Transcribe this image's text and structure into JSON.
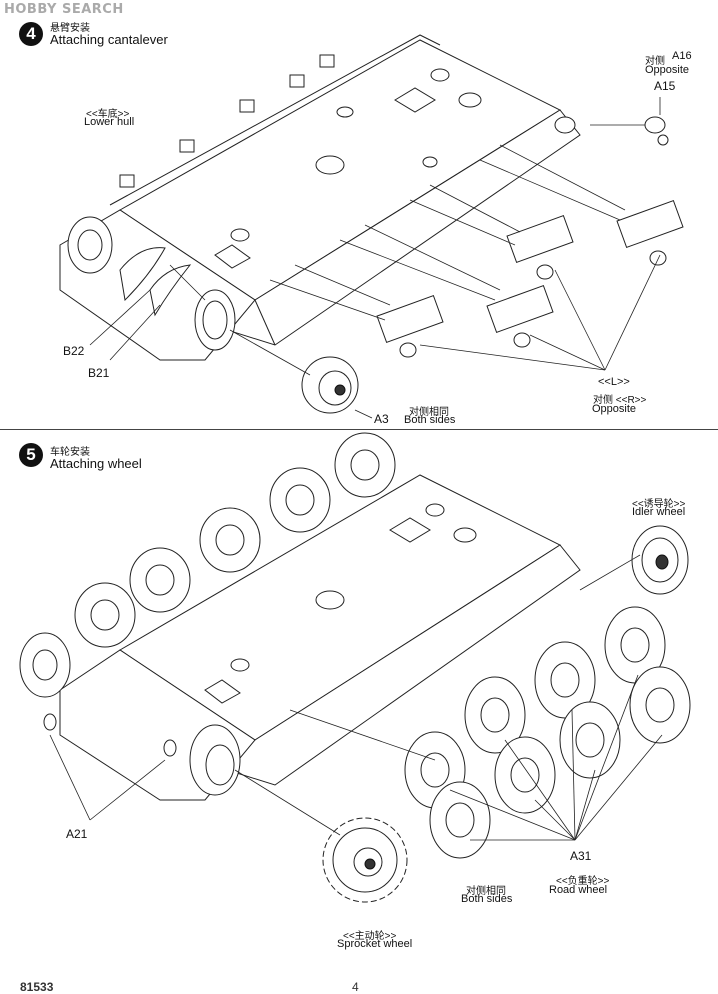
{
  "watermark": "HOBBY SEARCH",
  "step4": {
    "number": "4",
    "title_cn": "悬臂安装",
    "title_en": "Attaching cantalever",
    "lower_hull_cn": "<<车底>>",
    "lower_hull_en": "Lower hull",
    "opposite_top_cn": "对侧",
    "opposite_top_part": "A16",
    "opposite_top_en": "Opposite",
    "part_a15": "A15",
    "part_b22": "B22",
    "part_b21": "B21",
    "part_a3": "A3",
    "both_sides_cn": "对侧相同",
    "both_sides_en": "Both sides",
    "l_marker": "<<L>>",
    "opposite_r_cn": "对侧 <<R>>",
    "opposite_r_en": "Opposite"
  },
  "step5": {
    "number": "5",
    "title_cn": "车轮安装",
    "title_en": "Attaching wheel",
    "idler_cn": "<<诱导轮>>",
    "idler_en": "Idler wheel",
    "part_a21": "A21",
    "part_a31": "A31",
    "both_sides_cn": "对侧相同",
    "both_sides_en": "Both sides",
    "road_wheel_cn": "<<负重轮>>",
    "road_wheel_en": "Road wheel",
    "sprocket_cn": "<<主动轮>>",
    "sprocket_en": "Sprocket wheel"
  },
  "footer": {
    "code": "81533",
    "page": "4"
  }
}
